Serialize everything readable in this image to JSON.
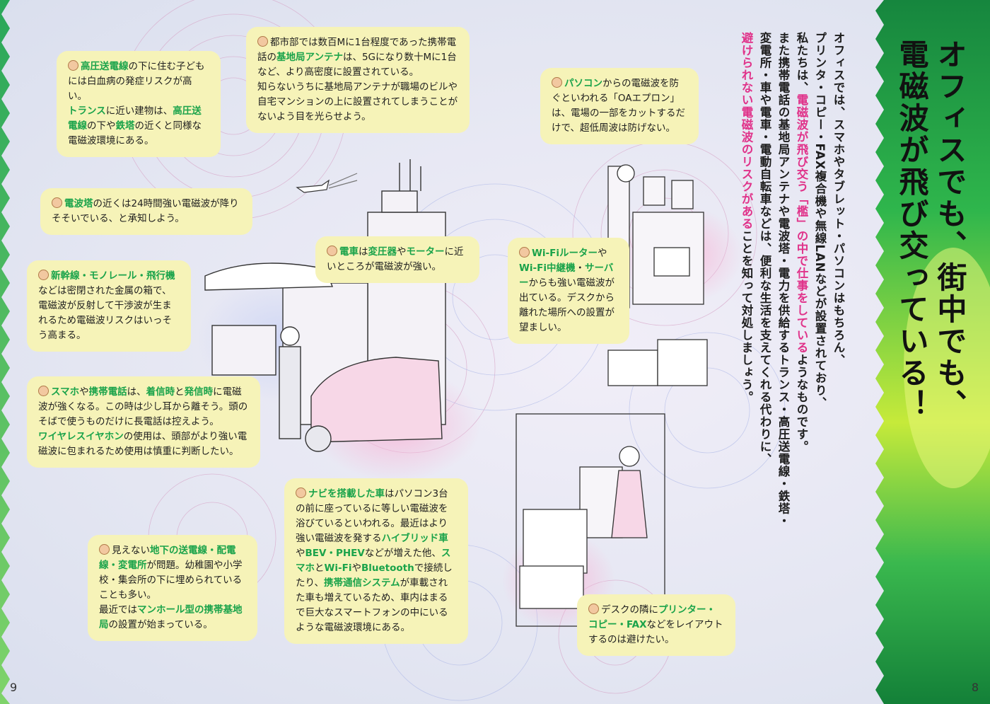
{
  "headline": {
    "line1": "オフィスでも、街中でも、",
    "line2": "電磁波が飛び交っている！"
  },
  "intro": {
    "col1": "オフィスでは、スマホやタブレット・パソコンはもちろん、",
    "col2": "プリンタ・コピー・FAX複合機や無線LANなどが設置されており、",
    "col3a": "私たちは、",
    "col3b": "電磁波が飛び交う「檻」の中で仕事をしている",
    "col3c": "ようなものです。",
    "col4": "また携帯電話の基地局アンテナや電波塔・電力を供給するトランス・高圧送電線・鉄塔・",
    "col5": "変電所・車や電車・電動自転車などは、便利な生活を支えてくれる代わりに、",
    "col6a": "避けられない電磁波のリスクがある",
    "col6b": "ことを知って対処しましょう。"
  },
  "bubbles": {
    "powerline": {
      "t1": "高圧送電線",
      "t2": "の下に住む子どもには白血病の発症リスクが高い。",
      "t3": "トランス",
      "t4": "に近い建物は、",
      "t5": "高圧送電線",
      "t6": "の下や",
      "t7": "鉄塔",
      "t8": "の近くと同様な電磁波環境にある。"
    },
    "base_station": {
      "t1": "都市部では数百Mに1台程度であった携帯電話の",
      "t2": "基地局アンテナ",
      "t3": "は、5Gになり数十Mに1台など、より高密度に設置されている。",
      "t4": "知らないうちに基地局アンテナが職場のビルや自宅マンションの上に設置されてしまうことがないよう目を光らせよう。"
    },
    "radio_tower": {
      "t1": "電波塔",
      "t2": "の近くは24時間強い電磁波が降りそそいでいる、と承知しよう。"
    },
    "train": {
      "t1": "電車",
      "t2": "は",
      "t3": "変圧器",
      "t4": "や",
      "t5": "モーター",
      "t6": "に近いところが電磁波が強い。"
    },
    "shinkansen": {
      "t1": "新幹線・モノレール・飛行機",
      "t2": "などは密閉された金属の箱で、電磁波が反射して干渉波が生まれるため電磁波リスクはいっそう高まる。"
    },
    "smartphone": {
      "t1": "スマホ",
      "t2": "や",
      "t3": "携帯電話",
      "t4": "は、",
      "t5": "着信時",
      "t6": "と",
      "t7": "発信時",
      "t8": "に電磁波が強くなる。この時は少し耳から離そう。頭のそばで使うものだけに長電話は控えよう。",
      "t9": "ワイヤレスイヤホン",
      "t10": "の使用は、頭部がより強い電磁波に包まれるため使用は慎重に判断したい。"
    },
    "underground": {
      "t1": "見えない",
      "t2": "地下の送電線・配電線・変電所",
      "t3": "が問題。幼稚園や小学校・集会所の下に埋められていることも多い。",
      "t4": "最近では",
      "t5": "マンホール型の携帯基地局",
      "t6": "の設置が始まっている。"
    },
    "car": {
      "t1": "ナビを搭載した車",
      "t2": "はパソコン3台の前に座っているに等しい電磁波を浴びているといわれる。最近はより強い電磁波を発する",
      "t3": "ハイブリッド車",
      "t4": "や",
      "t5": "BEV・PHEV",
      "t6": "などが増えた他、",
      "t7": "スマホ",
      "t8": "と",
      "t9": "Wi-Fi",
      "t10": "や",
      "t11": "Bluetooth",
      "t12": "で接続したり、",
      "t13": "携帯通信システム",
      "t14": "が車載された車も増えているため、車内はまるで巨大なスマートフォンの中にいるような電磁波環境にある。"
    },
    "pc": {
      "t1": "パソコン",
      "t2": "からの電磁波を防ぐといわれる「OAエプロン」は、電場の一部をカットするだけで、超低周波は防げない。"
    },
    "wifi": {
      "t1": "Wi-Fiルーター",
      "t2": "や",
      "t3": "Wi-Fi中継機",
      "t4": "・",
      "t5": "サーバー",
      "t6": "からも強い電磁波が出ている。デスクから離れた場所への設置が望ましい。"
    },
    "printer": {
      "t1": "デスクの隣に",
      "t2": "プリンター・コピー・FAX",
      "t3": "などをレイアウトするのは避けたい。"
    }
  },
  "page_numbers": {
    "left": "9",
    "right": "8"
  },
  "colors": {
    "keyword_green": "#1aa34a",
    "keyword_pink": "#e0338a",
    "bubble_bg": "#f6f3b8",
    "panel_green": "#1f9a4a"
  }
}
